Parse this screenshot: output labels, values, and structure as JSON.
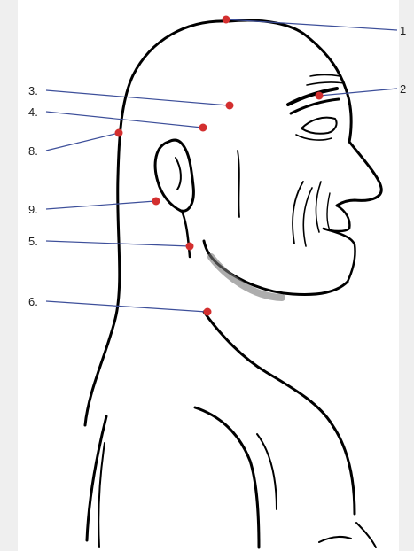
{
  "diagram": {
    "labels": [
      {
        "id": "1",
        "text": "1"
      },
      {
        "id": "2",
        "text": "2"
      },
      {
        "id": "3",
        "text": "3."
      },
      {
        "id": "4",
        "text": "4."
      },
      {
        "id": "8",
        "text": "8."
      },
      {
        "id": "9",
        "text": "9."
      },
      {
        "id": "5",
        "text": "5."
      },
      {
        "id": "6",
        "text": "6."
      }
    ],
    "colors": {
      "outline": "#000000",
      "point": "#d32f2f",
      "leader": "#3d4f9a",
      "background": "#efefef",
      "panel": "#ffffff"
    }
  }
}
